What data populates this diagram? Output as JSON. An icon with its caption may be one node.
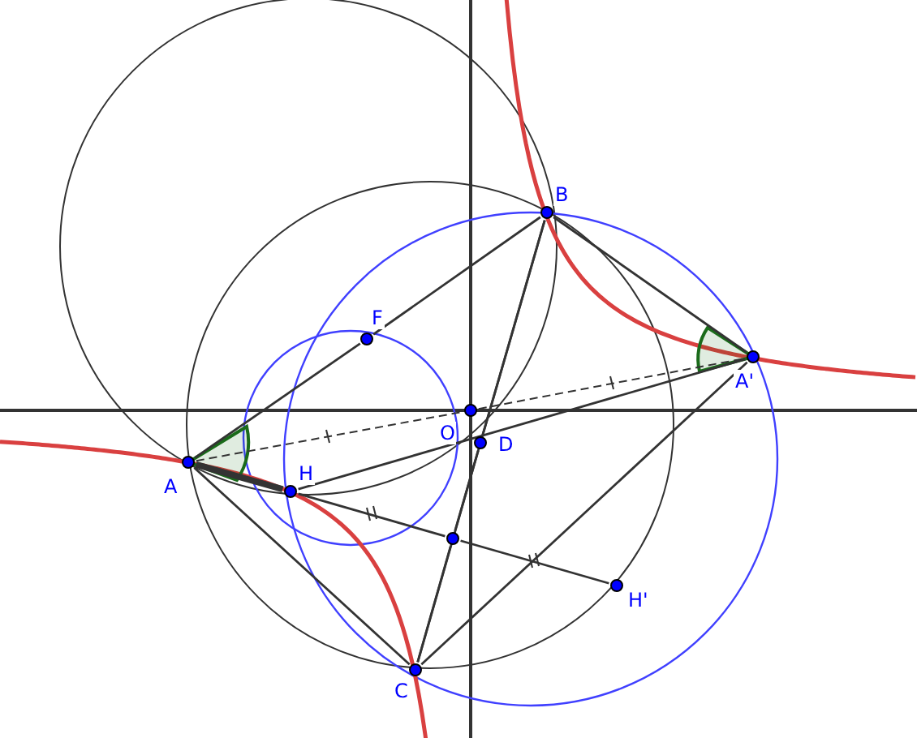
{
  "diagram": {
    "nodes": [
      {
        "text": [
          "A"
        ]
      },
      {
        "text": [
          "B"
        ]
      },
      {
        "text": [
          "C"
        ]
      },
      {
        "text": [
          "F"
        ]
      },
      {
        "text": [
          "O"
        ]
      },
      {
        "text": [
          "D"
        ]
      },
      {
        "text": [
          "H"
        ]
      },
      {
        "text": [],
        "shape": "circle"
      },
      {
        "text": [
          "H'"
        ]
      },
      {
        "text": [
          "A'"
        ]
      }
    ],
    "edges": [
      {
        "from": 0,
        "to": 3,
        "arrow": "none"
      },
      {
        "from": 3,
        "to": 1,
        "arrow": "none"
      },
      {
        "from": 0,
        "to": 2,
        "arrow": "none"
      },
      {
        "from": 1,
        "to": 5,
        "arrow": "none"
      },
      {
        "from": 5,
        "to": 2,
        "arrow": "none"
      },
      {
        "from": 2,
        "to": 7,
        "arrow": "none"
      },
      {
        "from": 7,
        "to": 1,
        "arrow": "none"
      },
      {
        "from": 0,
        "to": 4,
        "arrow": "none",
        "style": "dashed"
      },
      {
        "from": 4,
        "to": 9,
        "arrow": "none",
        "style": "dashed"
      },
      {
        "from": 1,
        "to": 9,
        "arrow": "none"
      },
      {
        "from": 2,
        "to": 9,
        "arrow": "none"
      },
      {
        "from": 6,
        "to": 9,
        "arrow": "none"
      },
      {
        "from": 6,
        "to": 7,
        "arrow": "none"
      },
      {
        "from": 7,
        "to": 8,
        "arrow": "none"
      },
      {
        "from": 0,
        "to": 6,
        "arrow": "none",
        "style": "thick"
      }
    ]
  }
}
